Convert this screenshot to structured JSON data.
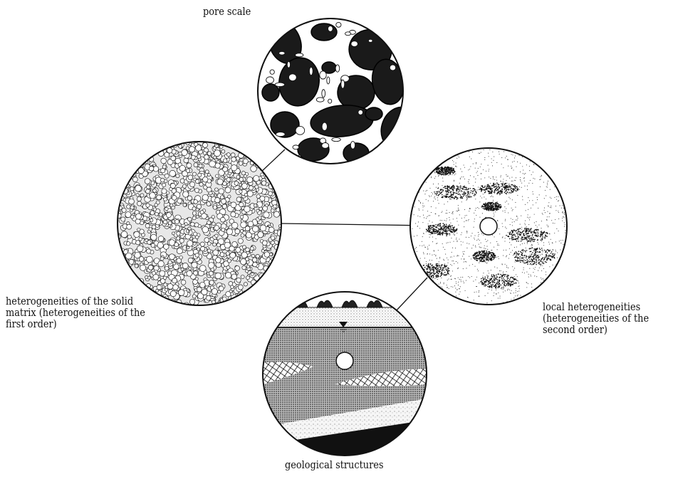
{
  "labels": {
    "pore": "pore scale",
    "solid": [
      "heterogeneities of the solid",
      "matrix (heterogeneities of the",
      "first order)"
    ],
    "local": [
      "local heterogeneities",
      "(heterogeneities of the",
      "second order)"
    ],
    "geo": "geological structures"
  }
}
